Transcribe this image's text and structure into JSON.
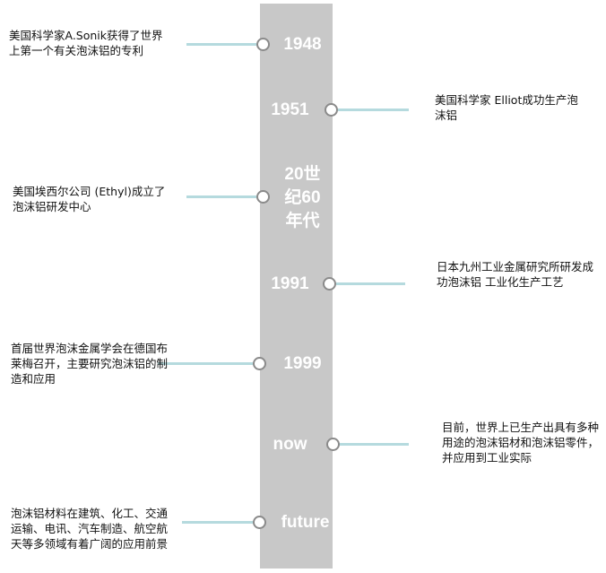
{
  "events": [
    {
      "year": "1948",
      "text": "美国科学家A.Sonik获得了世界上第一个有关泡沫铝的专利"
    },
    {
      "year": "1951",
      "text": "美国科学家 Elliot成功生产泡沫铝"
    },
    {
      "year": "20世纪60年代",
      "text": "美国埃西尔公司 (Ethyl)成立了泡沫铝研发中心"
    },
    {
      "year": "1991",
      "text": "日本九州工业金属研究所研发成功泡沫铝 工业化生产工艺"
    },
    {
      "year": "1999",
      "text": "首届世界泡沫金属学会在德国布莱梅召开，主要研究泡沫铝的制造和应用"
    },
    {
      "year": "now",
      "text": "目前，世界上已生产出具有多种用途的泡沫铝材和泡沫铝零件，并应用到工业实际"
    },
    {
      "year": "future",
      "text": "泡沫铝材料在建筑、化工、交通运输、电讯、汽车制造、航空航天等多领域有着广阔的应用前景"
    }
  ],
  "colors": {
    "spine": "#c8c8c8",
    "connector": "#b5dade",
    "dot_border": "#8a8a8a",
    "year_text": "#ffffff"
  }
}
